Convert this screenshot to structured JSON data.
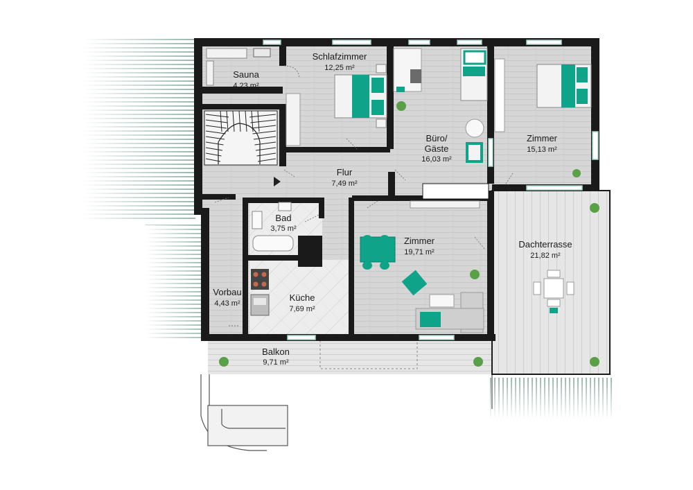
{
  "colors": {
    "wall": "#1a1a1a",
    "floor": "#d9d9d9",
    "tile": "#ececec",
    "deck": "#e3e3e3",
    "accent": "#0fa48a",
    "stair_line": "#33715f"
  },
  "rooms": {
    "sauna": {
      "name": "Sauna",
      "area": "4,23 m²"
    },
    "schlafzimmer": {
      "name": "Schlafzimmer",
      "area": "12,25 m²"
    },
    "buero": {
      "name_line1": "Büro/",
      "name_line2": "Gäste",
      "area": "16,03 m²"
    },
    "zimmer_ne": {
      "name": "Zimmer",
      "area": "15,13 m²"
    },
    "flur": {
      "name": "Flur",
      "area": "7,49 m²"
    },
    "bad": {
      "name": "Bad",
      "area": "3,75 m²"
    },
    "zimmer_main": {
      "name": "Zimmer",
      "area": "19,71 m²"
    },
    "dachterrasse": {
      "name": "Dachterrasse",
      "area": "21,82 m²"
    },
    "vorbau": {
      "name": "Vorbau",
      "area": "4,43 m²"
    },
    "kueche": {
      "name": "Küche",
      "area": "7,69 m²"
    },
    "balkon": {
      "name": "Balkon",
      "area": "9,71 m²"
    }
  },
  "icons": [
    "plant-icon",
    "bed-icon",
    "sofa-icon",
    "dining-table-icon",
    "bathtub-icon",
    "stove-icon",
    "sink-icon",
    "desk-icon",
    "stairs-icon",
    "entrance-arrow-icon"
  ]
}
